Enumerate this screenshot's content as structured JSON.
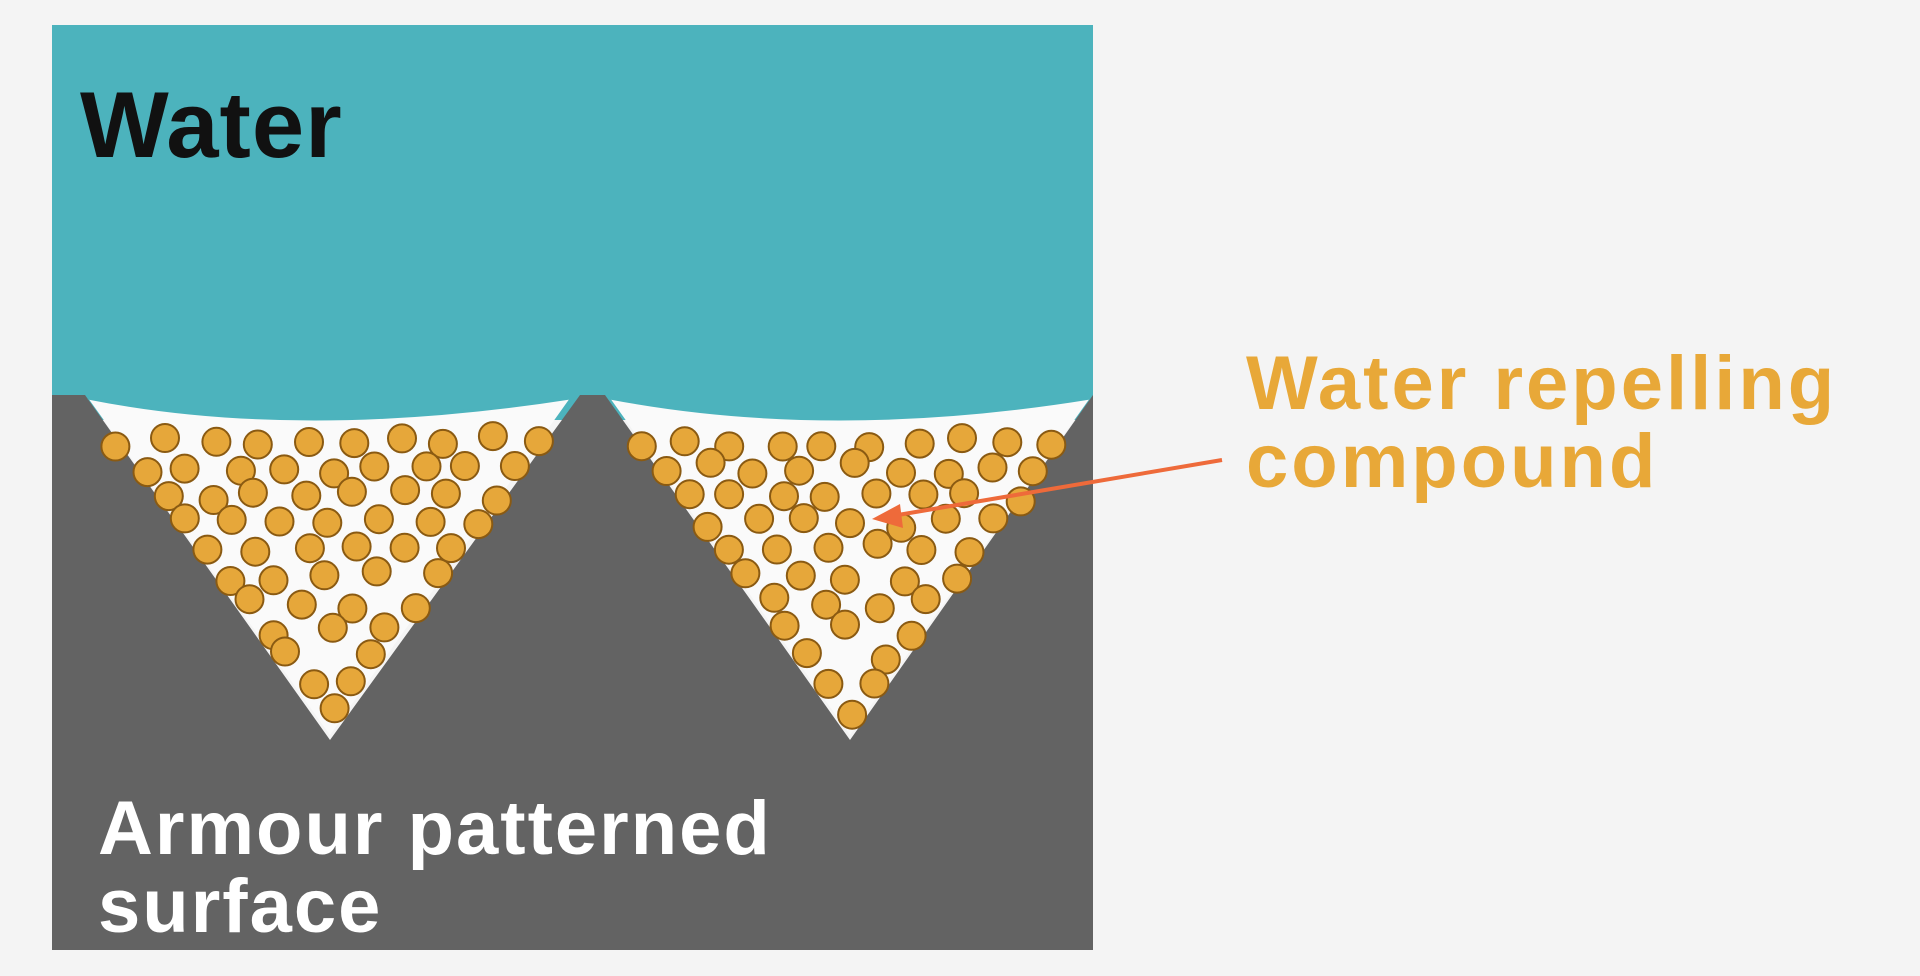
{
  "labels": {
    "water": "Water",
    "compound": {
      "line1": "Water repelling",
      "line2": "compound"
    },
    "surface": {
      "line1": "Armour patterned",
      "line2": "surface"
    }
  },
  "colors": {
    "page_background": "#f4f4f4",
    "water": "#4cb3bd",
    "surface": "#636363",
    "cavity_fill": "#fafafa",
    "particle_fill": "#e6a73a",
    "particle_stroke": "#8a5a12",
    "compound_text": "#e8a838",
    "arrow": "#ee6a3a",
    "water_text": "#111111",
    "surface_text": "#ffffff"
  }
}
